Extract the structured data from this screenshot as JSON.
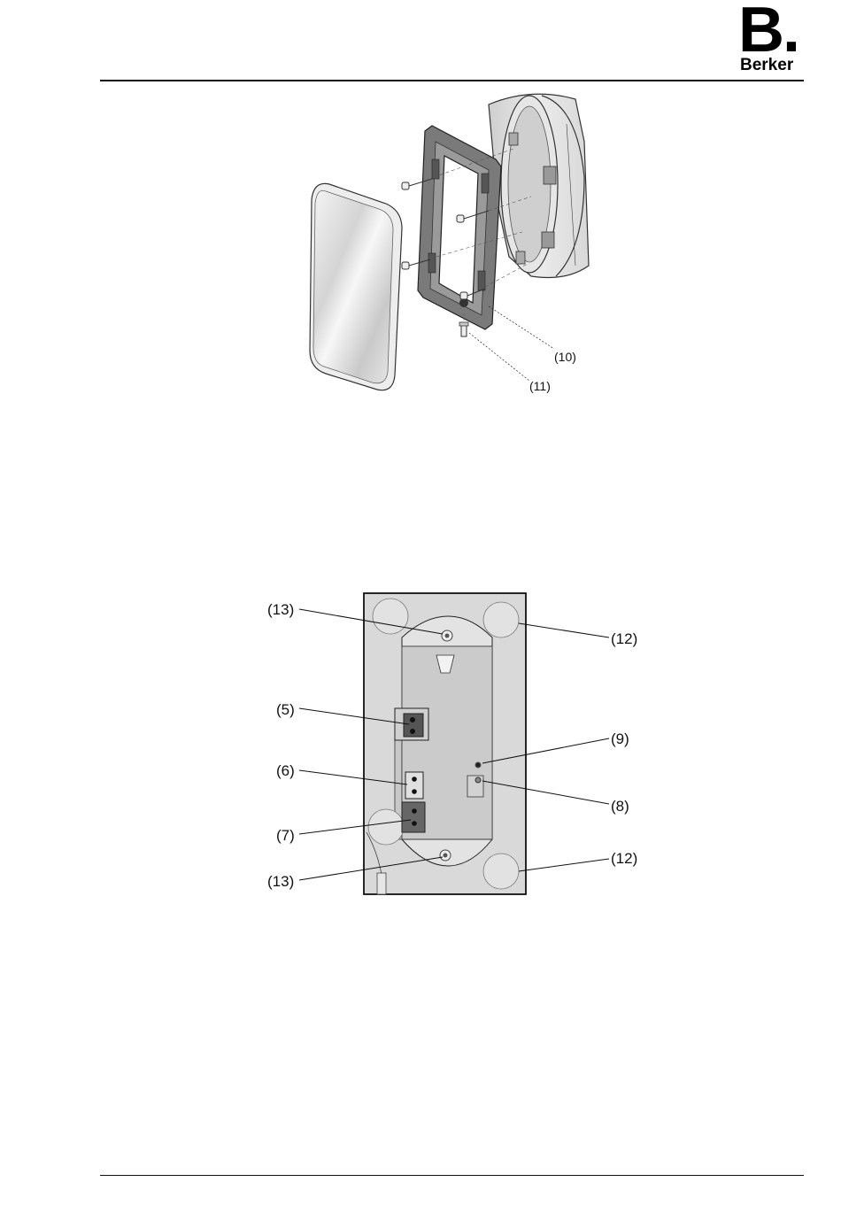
{
  "header": {
    "logo_mark": "B.",
    "logo_word": "Berker"
  },
  "figure1": {
    "callouts": [
      {
        "id": "frame",
        "text": "(10)"
      },
      {
        "id": "screw",
        "text": "(11)"
      }
    ]
  },
  "figure2": {
    "callouts": [
      {
        "id": "hole-top",
        "text": "(13)"
      },
      {
        "id": "pad-top-right",
        "text": "(12)"
      },
      {
        "id": "terminal-5",
        "text": "(5)"
      },
      {
        "id": "led-9",
        "text": "(9)"
      },
      {
        "id": "terminal-6",
        "text": "(6)"
      },
      {
        "id": "led-8",
        "text": "(8)"
      },
      {
        "id": "terminal-7",
        "text": "(7)"
      },
      {
        "id": "pad-bottom-right",
        "text": "(12)"
      },
      {
        "id": "hole-bottom",
        "text": "(13)"
      }
    ]
  }
}
